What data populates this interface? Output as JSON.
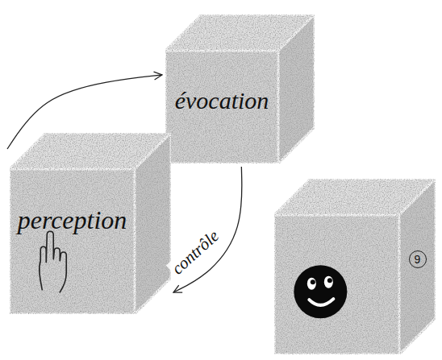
{
  "diagram": {
    "nodes": [
      {
        "text": [
          "évocation"
        ]
      },
      {
        "text": [
          "perception"
        ]
      },
      {
        "text": [
          "9"
        ]
      }
    ],
    "edges": [
      {
        "from": 1,
        "to": 0,
        "arrow": "to"
      },
      {
        "from": 0,
        "to": 1,
        "label": "contrôle",
        "arrow": "to"
      }
    ]
  }
}
